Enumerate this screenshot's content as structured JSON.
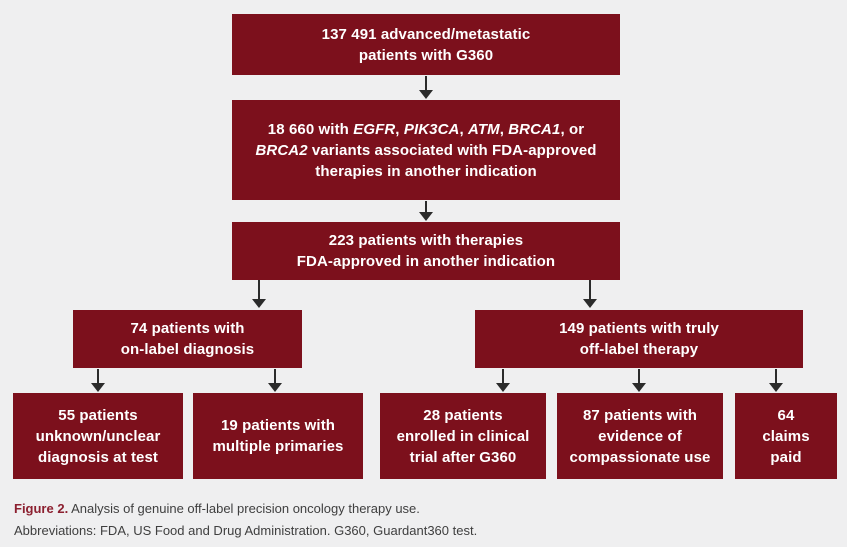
{
  "colors": {
    "background": "#efeff0",
    "box_fill": "#7c101c",
    "box_text": "#ffffff",
    "arrow": "#2b2b2b",
    "caption_accent": "#8c2030",
    "caption_text": "#3f3f3f"
  },
  "nodes": {
    "total_patients": {
      "lines": [
        "137 491 advanced/metastatic",
        "patients with G360"
      ]
    },
    "variant_patients": {
      "lines": [
        [
          {
            "text": "18 660 with ",
            "italic": false
          },
          {
            "text": "EGFR",
            "italic": true
          },
          {
            "text": ", ",
            "italic": false
          },
          {
            "text": "PIK3CA",
            "italic": true
          },
          {
            "text": ", ",
            "italic": false
          },
          {
            "text": "ATM",
            "italic": true
          },
          {
            "text": ", ",
            "italic": false
          },
          {
            "text": "BRCA1",
            "italic": true
          },
          {
            "text": ", or",
            "italic": false
          }
        ],
        [
          {
            "text": "BRCA2",
            "italic": true
          },
          {
            "text": " variants associated with FDA-approved",
            "italic": false
          }
        ],
        [
          "therapies in another indication"
        ]
      ]
    },
    "therapy_patients": {
      "lines": [
        "223 patients with therapies",
        "FDA-approved in another indication"
      ]
    },
    "on_label": {
      "lines": [
        "74 patients with",
        "on-label diagnosis"
      ]
    },
    "off_label": {
      "lines": [
        "149 patients with truly",
        "off-label therapy"
      ]
    },
    "unknown_diagnosis": {
      "lines": [
        "55 patients",
        "unknown/unclear",
        "diagnosis at test"
      ]
    },
    "multiple_primaries": {
      "lines": [
        "19 patients with",
        "multiple primaries"
      ]
    },
    "clinical_trial": {
      "lines": [
        "28 patients",
        "enrolled in clinical",
        "trial after G360"
      ]
    },
    "compassionate_use": {
      "lines": [
        "87 patients with",
        "evidence of",
        "compassionate use"
      ]
    },
    "claims_paid": {
      "lines": [
        "64",
        "claims",
        "paid"
      ]
    }
  },
  "caption": {
    "figure_label": "Figure 2.",
    "figure_text": " Analysis of genuine off-label precision oncology therapy use.",
    "abbreviations": "Abbreviations: FDA, US Food and Drug Administration. G360, Guardant360 test."
  }
}
